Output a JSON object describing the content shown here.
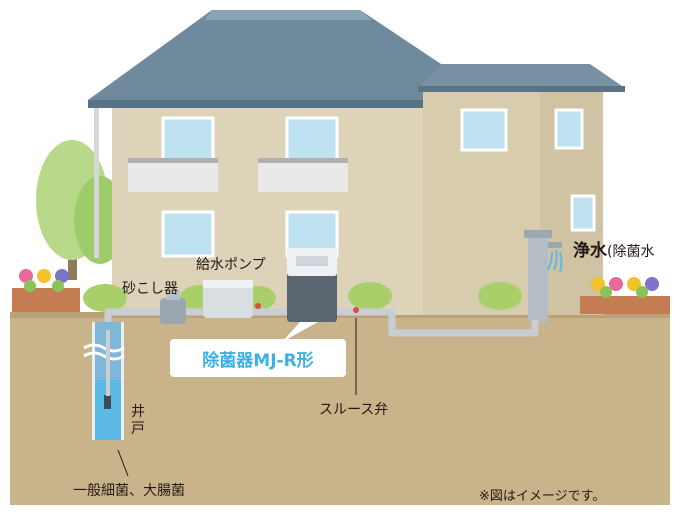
{
  "labels": {
    "strainer": "砂こし器",
    "pump": "給水ポンプ",
    "product": "除菌器MJ-R形",
    "sluice_valve": "スルース弁",
    "well": "井戸",
    "bacteria": "一般細菌、大腸菌",
    "clean_water": "浄水",
    "sterilized_water": "(除菌水",
    "note": "※図はイメージです。"
  },
  "colors": {
    "ground": "#c9b38a",
    "wall": "#ddd3b8",
    "roof": "#6e8a9c",
    "water": "#5bbbe6",
    "accent": "#3bb1e6",
    "pipe": "#c9ced3"
  }
}
